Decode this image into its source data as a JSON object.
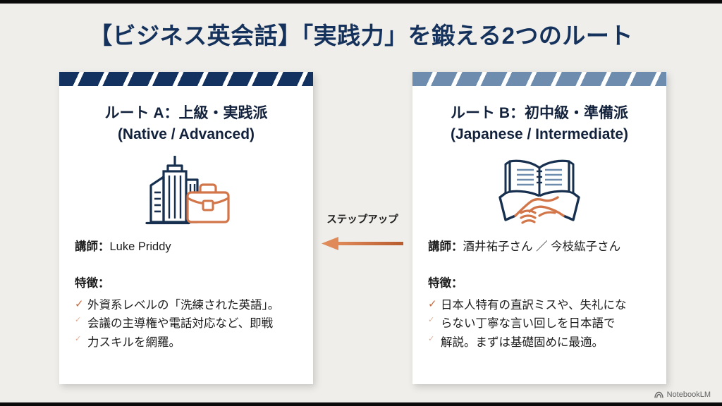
{
  "slide": {
    "title": "【ビジネス英会話】「実践力」を鍛える2つのルート",
    "background_color": "#efeeea",
    "title_color": "#15325c"
  },
  "connector": {
    "label": "ステップアップ",
    "arrow_direction": "left",
    "arrow_color": "#d2764a",
    "icon_name": "arrow-left-icon"
  },
  "cards": [
    {
      "id": "route-a",
      "accent_color": "#14325f",
      "heading_main": "ルート A：上級・実践派",
      "heading_sub": "(Native / Advanced)",
      "icon_name": "office-building-briefcase-icon",
      "instructor_label": "講師：",
      "instructor_value": "Luke Priddy",
      "feature_label": "特徴：",
      "feature_lines": [
        "外資系レベルの「洗練された英語」。",
        "会議の主導権や電話対応など、即戦",
        "力スキルを網羅。"
      ]
    },
    {
      "id": "route-b",
      "accent_color": "#6d8cae",
      "heading_main": "ルート B：初中級・準備派",
      "heading_sub": "(Japanese / Intermediate)",
      "icon_name": "open-book-handshake-icon",
      "instructor_label": "講師：",
      "instructor_value": "酒井祐子さん ／ 今枝紘子さん",
      "feature_label": "特徴：",
      "feature_lines": [
        "日本人特有の直訳ミスや、失礼にな",
        "らない丁寧な言い回しを日本語で",
        "解説。まずは基礎固めに最適。"
      ]
    }
  ],
  "watermark": {
    "label": "NotebookLM",
    "icon_name": "notebooklm-logo-icon"
  }
}
